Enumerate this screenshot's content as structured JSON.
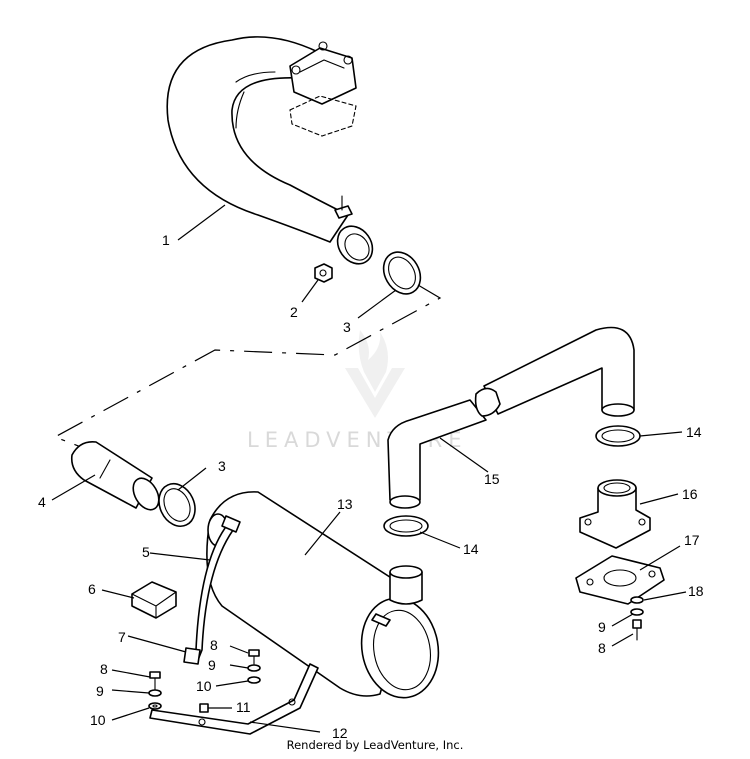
{
  "diagram": {
    "callouts": [
      {
        "id": "c1",
        "label": "1"
      },
      {
        "id": "c2",
        "label": "2"
      },
      {
        "id": "c3a",
        "label": "3"
      },
      {
        "id": "c3b",
        "label": "3"
      },
      {
        "id": "c4",
        "label": "4"
      },
      {
        "id": "c5",
        "label": "5"
      },
      {
        "id": "c6",
        "label": "6"
      },
      {
        "id": "c7",
        "label": "7"
      },
      {
        "id": "c8a",
        "label": "8"
      },
      {
        "id": "c8b",
        "label": "8"
      },
      {
        "id": "c8c",
        "label": "8"
      },
      {
        "id": "c9a",
        "label": "9"
      },
      {
        "id": "c9b",
        "label": "9"
      },
      {
        "id": "c9c",
        "label": "9"
      },
      {
        "id": "c10a",
        "label": "10"
      },
      {
        "id": "c10b",
        "label": "10"
      },
      {
        "id": "c11",
        "label": "11"
      },
      {
        "id": "c12",
        "label": "12"
      },
      {
        "id": "c13",
        "label": "13"
      },
      {
        "id": "c14a",
        "label": "14"
      },
      {
        "id": "c14b",
        "label": "14"
      },
      {
        "id": "c15",
        "label": "15"
      },
      {
        "id": "c16",
        "label": "16"
      },
      {
        "id": "c17",
        "label": "17"
      },
      {
        "id": "c18",
        "label": "18"
      }
    ],
    "watermark": "LEADVENTURE",
    "credit": "Rendered by LeadVenture, Inc."
  }
}
